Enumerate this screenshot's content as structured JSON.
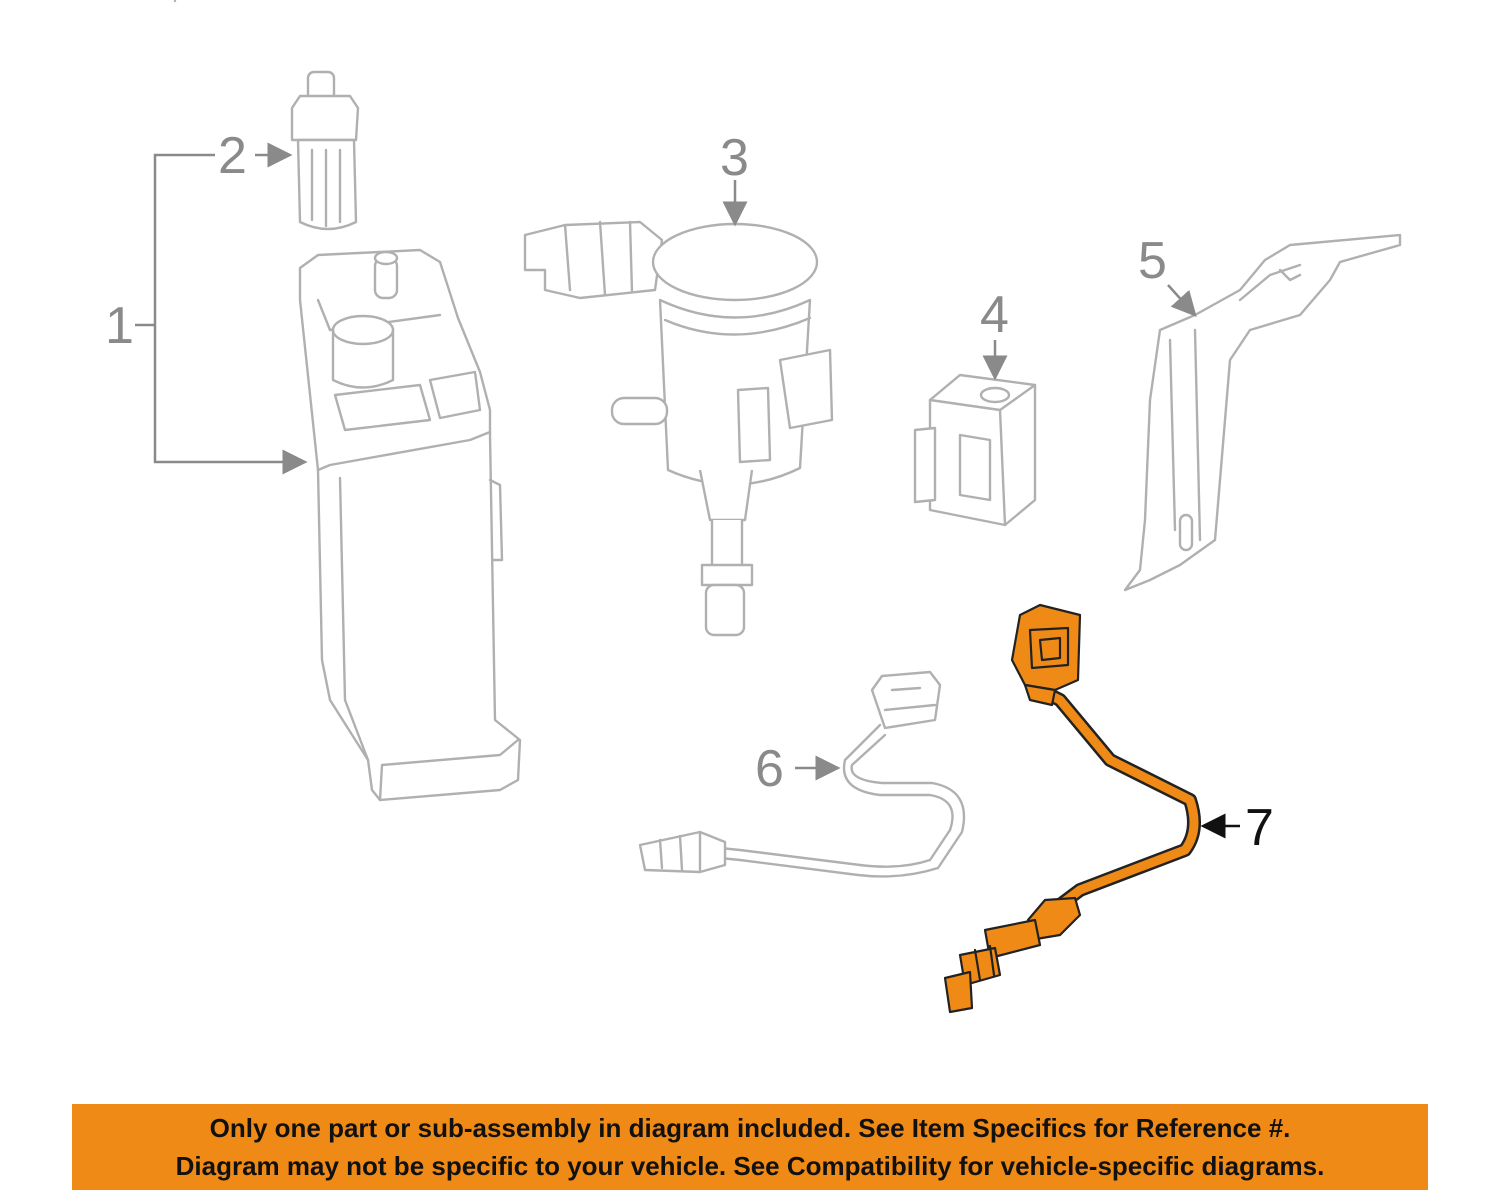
{
  "diagram": {
    "callouts": [
      {
        "id": 1,
        "label": "1"
      },
      {
        "id": 2,
        "label": "2"
      },
      {
        "id": 3,
        "label": "3"
      },
      {
        "id": 4,
        "label": "4"
      },
      {
        "id": 5,
        "label": "5"
      },
      {
        "id": 6,
        "label": "6"
      },
      {
        "id": 7,
        "label": "7"
      }
    ],
    "highlighted_part": "7",
    "colors": {
      "highlight_part": "#f08a16",
      "ghost_line": "#b0b0b0",
      "callout_text": "#8a8a8a",
      "highlight_callout": "#111111"
    }
  },
  "banner": {
    "line1": "Only one part or sub-assembly in diagram included. See Item Specifics for Reference #.",
    "line2": "Diagram may not be specific to your vehicle. See Compatibility for vehicle-specific diagrams.",
    "background": "#f08a16"
  }
}
